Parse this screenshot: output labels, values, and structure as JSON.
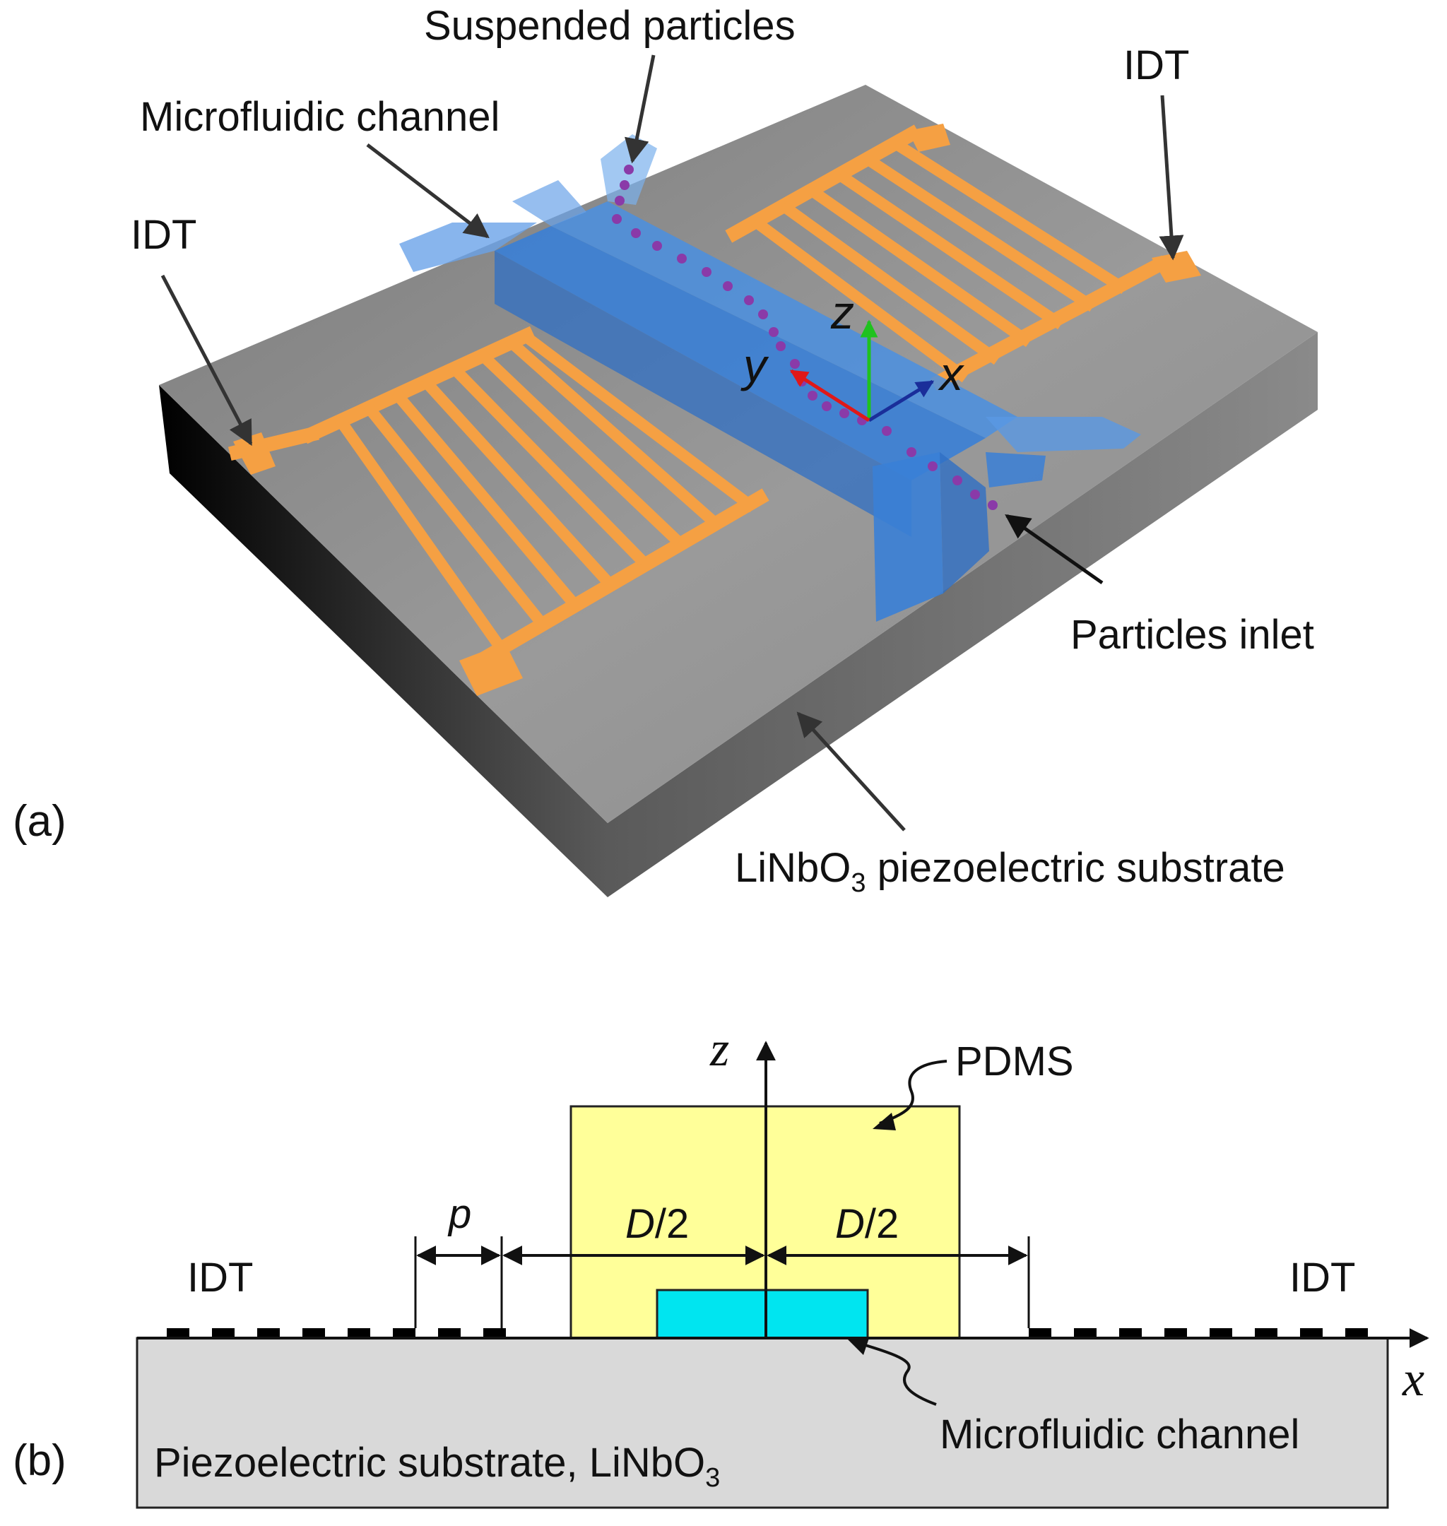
{
  "panel_a": {
    "panel_label": "(a)",
    "labels": {
      "suspended_particles": "Suspended particles",
      "microfluidic_channel": "Microfluidic channel",
      "idt_right": "IDT",
      "idt_left": "IDT",
      "particles_inlet": "Particles inlet",
      "substrate_main": "LiNbO",
      "substrate_sub": "3",
      "substrate_rest": " piezoelectric substrate"
    },
    "axes": {
      "z": "z",
      "y": "y",
      "x": "x"
    },
    "colors": {
      "substrate_top": "#8c8c8c",
      "substrate_side": "#6a6a6a",
      "electrode": "#f5a043",
      "channel": "#3a7fd6",
      "particle": "#8a3aa8",
      "axis_x": "#1a2e9a",
      "axis_y": "#e01818",
      "axis_z": "#1fc21f"
    }
  },
  "panel_b": {
    "panel_label": "(b)",
    "labels": {
      "z_axis": "z",
      "x_axis": "x",
      "pdms": "PDMS",
      "p": "p",
      "d_half_left_it": "D",
      "d_half_left_rest": "/2",
      "d_half_right_it": "D",
      "d_half_right_rest": "/2",
      "idt_left": "IDT",
      "idt_right": "IDT",
      "microfluidic_channel": "Microfluidic channel",
      "substrate_main": "Piezoelectric substrate, LiNbO",
      "substrate_sub": "3"
    },
    "colors": {
      "pdms": "#ffff99",
      "channel": "#00e5f0",
      "substrate": "#d9d9d9",
      "electrode": "#000000"
    }
  }
}
